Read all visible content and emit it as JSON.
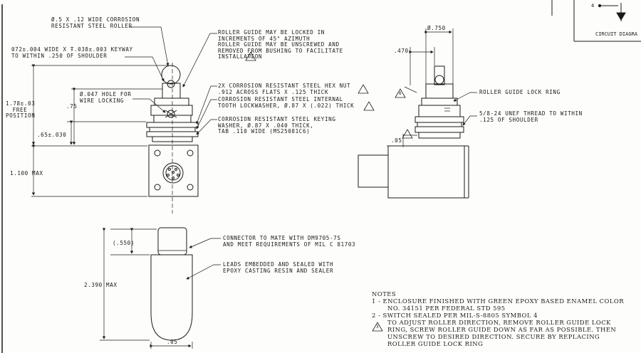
{
  "labels": {
    "roller": [
      "Ø.5 X .12 WIDE CORROSION",
      "RESISTANT STEEL ROLLER"
    ],
    "keyway": [
      "072±.004 WIDE X Ŧ.038±.003 KEYWAY",
      "TO WITHIN .250 OF SHOULDER"
    ],
    "roller_guide": [
      "ROLLER GUIDE MAY BE LOCKED IN",
      "INCREMENTS OF 45° AZIMUTH",
      "ROLLER GUIDE MAY BE UNSCREWED AND",
      "REMOVED FROM BUSHING TO FACILITATE",
      "INSTALLATION"
    ],
    "hole": [
      "Ø.047 HOLE FOR",
      "WIRE LOCKING"
    ],
    "hex_nut": [
      "2X CORROSION RESISTANT STEEL HEX NUT",
      ".912 ACROSS FLATS X .125 THICK"
    ],
    "lockwasher": [
      "CORROSION RESISTANT STEEL INTERNAL",
      "TOOTH LOCKWASHER, Ø.87 X (.022) THICK"
    ],
    "keying_washer": [
      "CORROSION RESISTANT STEEL KEYING",
      "WASHER, Ø.87 X .040 THICK,",
      "TAB .110 WIDE (MS25081C6)"
    ],
    "free_position": [
      "1.78±.03",
      "FREE",
      "POSITION"
    ],
    "dim_75": ".75",
    "dim_65": ".65±.030",
    "max_100": "1.100 MAX",
    "dim_750": "Ø.750",
    "dim_470": ".470",
    "roller_lock_ring": "ROLLER GUIDE LOCK RING",
    "thread": [
      "5/8-24 UNEF THREAD TO WITHIN",
      ".125 OF SHOULDER"
    ],
    "dim_05_side": ".05",
    "dim_550": "(.550)",
    "connector": [
      "CONNECTOR TO MATE WITH DM9705-7S",
      "AND MEET REQUIREMENTS OF MIL C 81703"
    ],
    "leads": [
      "LEADS EMBEDDED AND SEALED WITH",
      "EPOXY CASTING RESIN AND SEALER"
    ],
    "max_2390": "2.390 MAX",
    "dim_05_bottom": ".05",
    "circuit": "CIRCUIT DIAGRA",
    "circuit_num": "4",
    "tri_3": "3",
    "tri_6": "6"
  },
  "notes": {
    "title": "NOTES",
    "n1": [
      "1 - ENCLOSURE FINISHED WITH GREEN EPOXY BASED ENAMEL COLOR",
      "NO. 34151 PER FEDERAL STD 595"
    ],
    "n2": [
      "2 - SWITCH SEALED PER MIL-S-8805 SYMBOL 4"
    ],
    "n3": [
      "TO ADJUST ROLLER DIRECTION, REMOVE ROLLER GUIDE LOCK",
      "RING, SCREW ROLLER GUIDE DOWN AS FAR AS POSSIBLE. THEN",
      "UNSCREW TO DESIRED DIRECTION.  SECURE BY REPLACING",
      "ROLLER GUIDE LOCK RING"
    ]
  }
}
